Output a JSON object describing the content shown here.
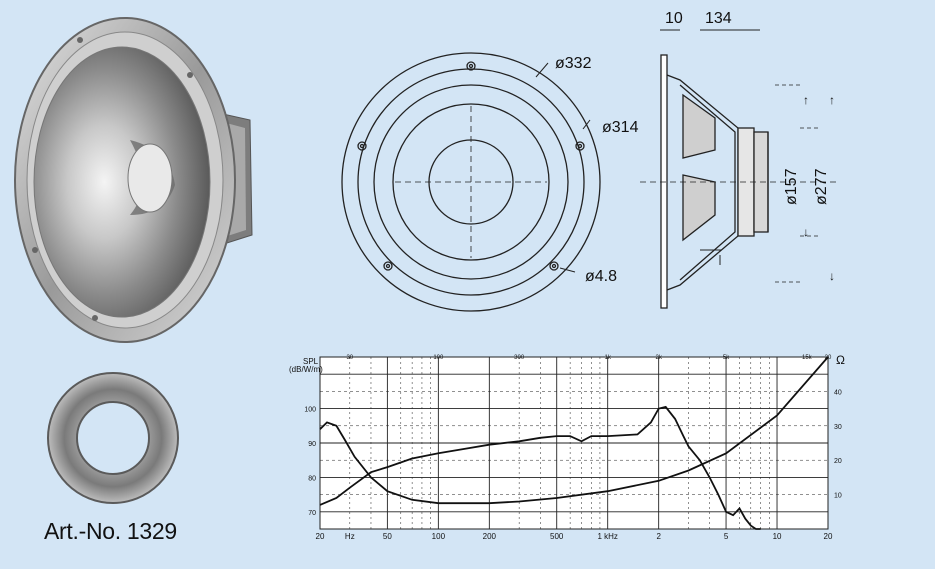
{
  "dimensions": {
    "width_top": "10",
    "depth_top": "134",
    "outer_diameter": "ø332",
    "hole_circle": "ø314",
    "mount_hole": "ø4.8",
    "magnet_dia": "ø157",
    "cutout_dia": "ø277"
  },
  "caption": "Art.-No. 1329",
  "chart_data": {
    "type": "line",
    "ylabel": "SPL (dB/W/m)",
    "y2label": "Ω",
    "xscale": "log",
    "xlim": [
      20,
      20000
    ],
    "ylim": [
      65,
      115
    ],
    "y2lim": [
      0,
      50
    ],
    "x_ticks_bottom": [
      "20",
      "Hz",
      "50",
      "100",
      "200",
      "500",
      "1 kHz",
      "2",
      "5",
      "10",
      "20"
    ],
    "x_ticks_top": [
      "30",
      "100",
      "300",
      "1k",
      "2k",
      "5k",
      "15k",
      "20"
    ],
    "y_ticks": [
      "100",
      "90",
      "80",
      "70"
    ],
    "y2_ticks": [
      "40",
      "30",
      "20",
      "10"
    ],
    "grid": true,
    "series": [
      {
        "x": [
          20,
          25,
          30,
          40,
          50,
          70,
          100,
          150,
          200,
          300,
          400,
          500,
          600,
          700,
          800,
          1000,
          1500,
          1800,
          2000,
          2200,
          2500,
          2800,
          3000,
          3500,
          4000,
          4500,
          5000,
          5500,
          6000,
          6500,
          7000,
          7500,
          8000
        ],
        "y": [
          72,
          74,
          77,
          81.5,
          83,
          85.5,
          87,
          88.5,
          89.5,
          90.5,
          91.5,
          92,
          92,
          90.5,
          92,
          92,
          92.5,
          96,
          100,
          100.5,
          97,
          92,
          89,
          85,
          80,
          75,
          70,
          69,
          71,
          68,
          66,
          65,
          65
        ]
      },
      {
        "x": [
          20,
          22,
          25,
          28,
          32,
          40,
          50,
          70,
          100,
          200,
          300,
          500,
          1000,
          2000,
          3000,
          5000,
          10000,
          20000
        ],
        "y": [
          29,
          31,
          30,
          26,
          21,
          15,
          11,
          8.5,
          7.5,
          7.5,
          8,
          9,
          11,
          14,
          17,
          22,
          33,
          50
        ]
      }
    ]
  }
}
